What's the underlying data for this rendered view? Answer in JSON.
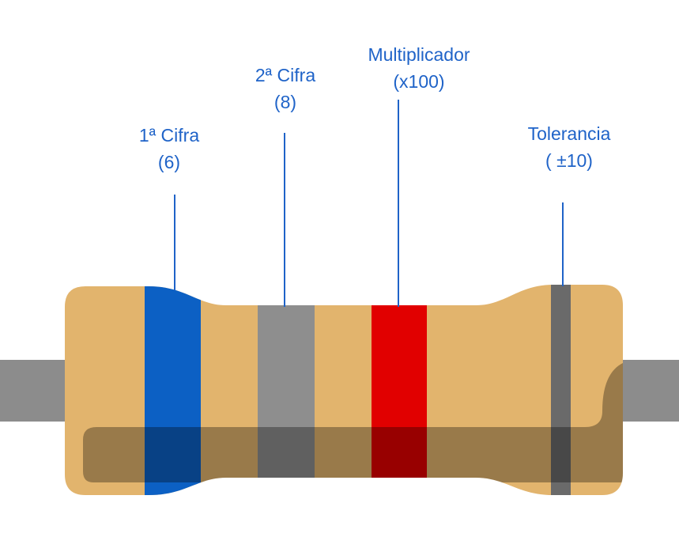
{
  "labels": {
    "first_digit": {
      "title": "1ª Cifra",
      "value": "(6)"
    },
    "second_digit": {
      "title": "2ª Cifra",
      "value": "(8)"
    },
    "multiplier": {
      "title": "Multiplicador",
      "value": "(x100)"
    },
    "tolerance": {
      "title": "Tolerancia",
      "value": "( ±10)"
    }
  },
  "colors": {
    "label_text": "#1f63c8",
    "leader_line": "#1f63c8",
    "body": "#e2b46d",
    "body_shadow": "#9d7a47",
    "lead_wire": "#8c8c8c",
    "band_first_digit": "#0c60c4",
    "band_second_digit": "#8e8e8e",
    "band_multiplier": "#e10000",
    "band_tolerance": "#6a6a6a"
  }
}
